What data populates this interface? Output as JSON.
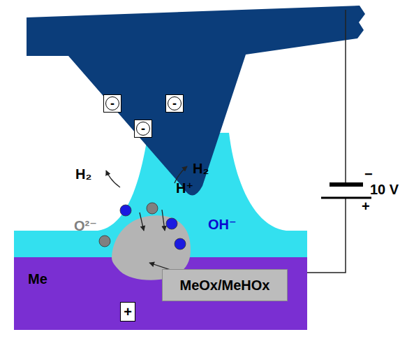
{
  "diagram": {
    "nodes": [
      {
        "text": [
          "-"
        ]
      },
      {
        "text": [
          "-"
        ]
      },
      {
        "text": [
          "-"
        ]
      },
      {
        "text": [
          "Me"
        ]
      },
      {
        "text": [
          "+"
        ],
        "in": 3
      },
      {
        "text": [
          "MeOx/MeHOx"
        ],
        "in": 3
      }
    ],
    "edges": [],
    "labels": [
      "H₂",
      "H₂",
      "H⁺",
      "O²⁻",
      "OH⁻",
      "−",
      "+",
      "10 V"
    ]
  }
}
